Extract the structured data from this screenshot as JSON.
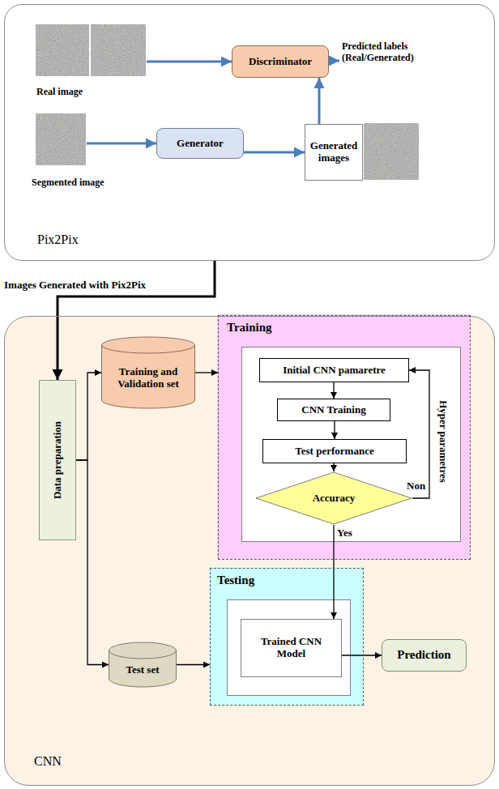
{
  "diagram": {
    "nodes": [
      {
        "text": [
          "Pix2Pix"
        ]
      },
      {
        "text": [
          "Real image"
        ],
        "in": 0
      },
      {
        "text": [
          "Discriminator"
        ],
        "in": 0
      },
      {
        "text": [
          "Segmented image"
        ],
        "in": 0
      },
      {
        "text": [
          "Generator"
        ],
        "in": 0
      },
      {
        "text": [
          "Generated images"
        ],
        "in": 0
      },
      {
        "text": [
          "CNN"
        ]
      },
      {
        "text": [
          "Data preparation"
        ],
        "in": 6
      },
      {
        "text": [
          "Training and Validation set"
        ],
        "in": 6
      },
      {
        "text": [
          "Training"
        ],
        "in": 6
      },
      {
        "text": [
          "Initial CNN pamaretre"
        ],
        "in": 9
      },
      {
        "text": [
          "CNN Training"
        ],
        "in": 9
      },
      {
        "text": [
          "Test performance"
        ],
        "in": 9
      },
      {
        "text": [
          "Accuracy"
        ],
        "in": 9
      },
      {
        "text": [
          "Test set"
        ],
        "in": 6
      },
      {
        "text": [
          "Testing"
        ],
        "in": 6
      },
      {
        "text": [
          "Trained CNN Model"
        ],
        "in": 15
      },
      {
        "text": [
          "Prediction"
        ],
        "in": 6
      }
    ],
    "edges": [
      {
        "from": 1,
        "to": 2,
        "arrow": "to"
      },
      {
        "from": 3,
        "to": 4,
        "arrow": "to"
      },
      {
        "from": 4,
        "to": 5,
        "arrow": "to"
      },
      {
        "from": 5,
        "to": 2,
        "arrow": "to"
      },
      {
        "from": 0,
        "to": 7,
        "label": "Images Generated with Pix2Pix",
        "arrow": "to"
      },
      {
        "from": 7,
        "to": 8,
        "arrow": "to"
      },
      {
        "from": 7,
        "to": 14,
        "arrow": "to"
      },
      {
        "from": 8,
        "to": 9,
        "arrow": "to"
      },
      {
        "from": 10,
        "to": 11,
        "arrow": "to"
      },
      {
        "from": 11,
        "to": 12,
        "arrow": "to"
      },
      {
        "from": 12,
        "to": 13,
        "arrow": "to"
      },
      {
        "from": 13,
        "to": 10,
        "label": "Non",
        "arrow": "to"
      },
      {
        "from": 13,
        "to": 16,
        "label": "Yes",
        "arrow": "to"
      },
      {
        "from": 14,
        "to": 15,
        "arrow": "to"
      },
      {
        "from": 16,
        "to": 17,
        "arrow": "to"
      }
    ],
    "labels": [
      "Predicted labels (Real/Generated)",
      "Hyper parametres"
    ]
  }
}
